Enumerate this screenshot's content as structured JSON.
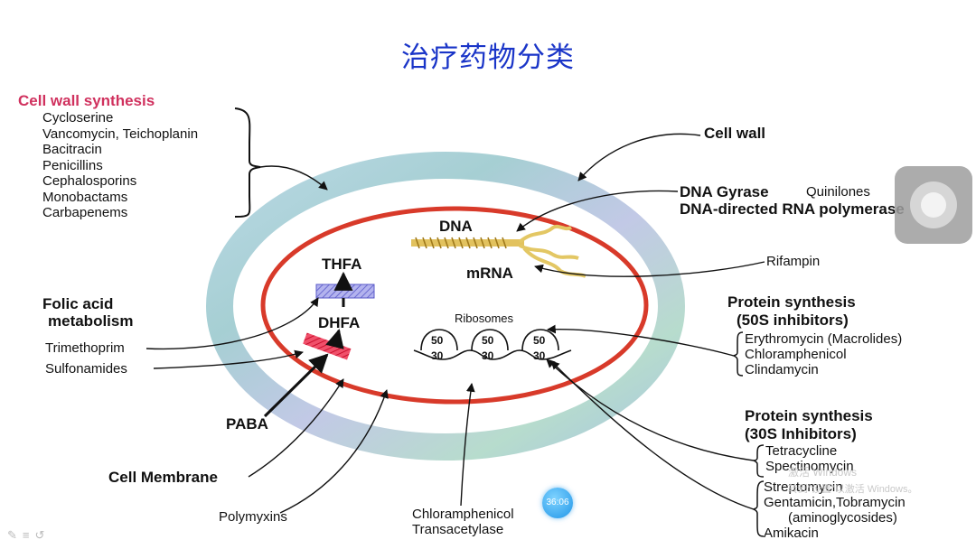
{
  "title": "治疗药物分类",
  "cell_wall_synthesis": {
    "heading": "Cell wall synthesis",
    "drugs": [
      "Cycloserine",
      "Vancomycin, Teichoplanin",
      "Bacitracin",
      "Penicillins",
      "Cephalosporins",
      "Monobactams",
      "Carbapenems"
    ]
  },
  "folic_acid": {
    "heading_line1": "Folic acid",
    "heading_line2": "metabolism",
    "trimethoprim": "Trimethoprim",
    "sulfonamides": "Sulfonamides"
  },
  "inner_labels": {
    "thfa": "THFA",
    "dhfa": "DHFA",
    "paba": "PABA",
    "dna": "DNA",
    "mrna": "mRNA",
    "ribosomes": "Ribosomes",
    "ribosome_units": [
      {
        "top": "50",
        "bottom": "30"
      },
      {
        "top": "50",
        "bottom": "30"
      },
      {
        "top": "50",
        "bottom": "30"
      }
    ]
  },
  "right_labels": {
    "cell_wall": "Cell wall",
    "dna_gyrase": "DNA Gyrase",
    "quinilones": "Quinilones",
    "rna_polymerase": "DNA-directed RNA polymerase",
    "rifampin": "Rifampin"
  },
  "protein_50s": {
    "heading_line1": "Protein synthesis",
    "heading_line2": "(50S inhibitors)",
    "drugs": [
      "Erythromycin (Macrolides)",
      "Chloramphenicol",
      "Clindamycin"
    ]
  },
  "protein_30s": {
    "heading_line1": "Protein synthesis",
    "heading_line2": "(30S Inhibitors)",
    "group1": [
      "Tetracycline",
      "Spectinomycin"
    ],
    "group2": [
      "Streptomycin",
      "Gentamicin,Tobramycin",
      "(aminoglycosides)",
      "Amikacin"
    ]
  },
  "bottom_labels": {
    "cell_membrane": "Cell Membrane",
    "polymyxins": "Polymyxins",
    "chloramphenicol_line1": "Chloramphenicol",
    "chloramphenicol_line2": "Transacetylase"
  },
  "overlay": {
    "clock": "36:06",
    "watermark_line1": "激活 Windows",
    "watermark_line2": "转到\"设置\"以激活 Windows。"
  },
  "colors": {
    "title": "#1a35c8",
    "cell_wall_heading": "#d0315e",
    "membrane": "#d83a2a",
    "wall_ring": "#a9c7d6",
    "dna": "#d9b24a",
    "thfa_bar": "#8f8fe0",
    "sulfa_bar": "#e0203a"
  }
}
